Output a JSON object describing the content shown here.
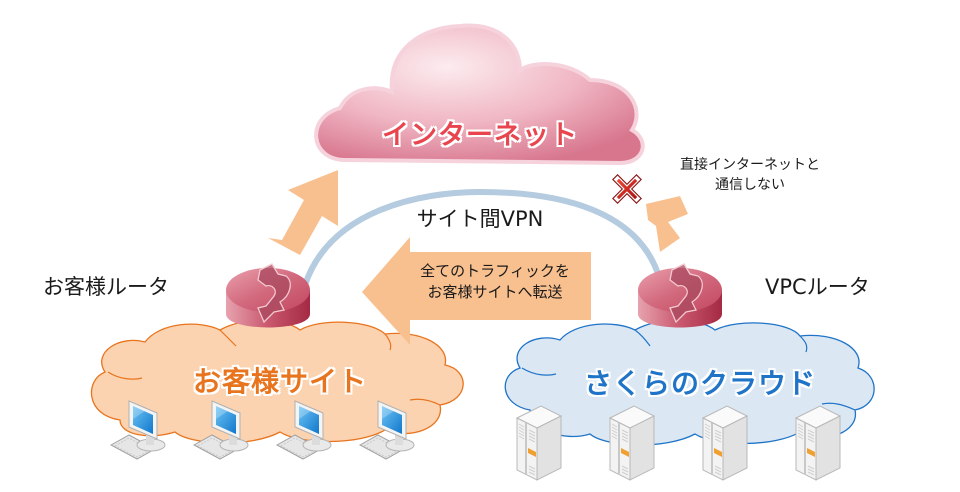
{
  "diagram": {
    "internet_cloud": {
      "title": "インターネット",
      "color": "#e8454f"
    },
    "customer_site_cloud": {
      "title": "お客様サイト",
      "color": "#e8741e",
      "device_count": 4,
      "device_type": "desktop-pc"
    },
    "sakura_cloud": {
      "title": "さくらのクラウド",
      "color": "#1f74c8",
      "device_count": 4,
      "device_type": "server"
    },
    "customer_router": {
      "label": "お客様ルータ"
    },
    "vpc_router": {
      "label": "VPCルータ"
    },
    "vpn_link": {
      "label": "サイト間VPN",
      "color": "#b4cbe0"
    },
    "forward_arrow": {
      "line1": "全てのトラフィックを",
      "line2": "お客様サイトへ転送",
      "direction": "left"
    },
    "blocked_note": {
      "line1": "直接インターネットと",
      "line2": "通信しない",
      "icon": "x-mark-icon"
    },
    "arrows": [
      {
        "name": "customer-to-internet",
        "status": "allowed"
      },
      {
        "name": "vpc-to-internet",
        "status": "blocked"
      }
    ],
    "colors": {
      "arrow_fill": "#f9c08f",
      "router_fill": "#cc5c70",
      "internet_fill": "#eba3b3",
      "site_fill": "#fcd3b0",
      "cloud_fill": "#dbe7f3",
      "block_red": "#d42020"
    }
  }
}
